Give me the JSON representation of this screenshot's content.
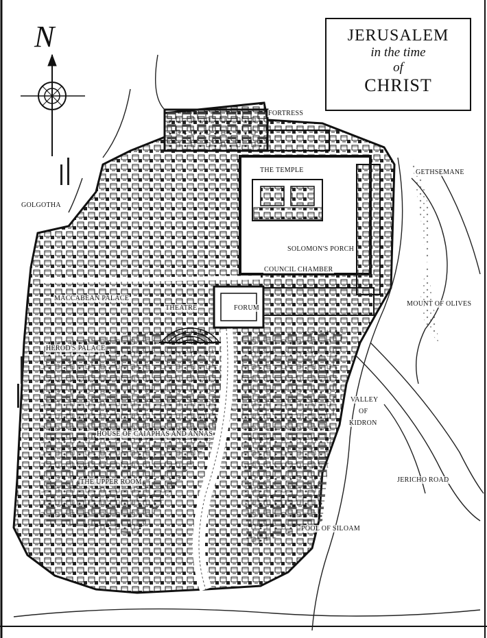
{
  "title": {
    "line1": "JERUSALEM",
    "line2": "in the time",
    "line3": "of",
    "line4": "CHRIST"
  },
  "compass": {
    "letter": "N",
    "icon": "compass-rose-icon"
  },
  "labels": {
    "fortress": "FORTRESS",
    "temple": "THE TEMPLE",
    "gethsemane": "GETHSEMANE",
    "golgotha": "GOLGOTHA",
    "solomons_porch": "SOLOMON'S PORCH",
    "council_chamber": "COUNCIL CHAMBER",
    "maccabean_palace": "MACCABEAN PALACE",
    "theatre": "THEATRE",
    "forum": "FORUM",
    "mount_of_olives": "MOUNT OF OLIVES",
    "herods_palace": "HEROD'S PALACE",
    "valley": "VALLEY",
    "of": "OF",
    "kidron": "KIDRON",
    "house_of_caiaphas": "HOUSE OF CAIAPHAS AND ANNAS",
    "upper_room": "THE UPPER ROOM",
    "jericho_road": "JERICHO ROAD",
    "pool_of_siloam": "POOL OF SILOAM"
  }
}
